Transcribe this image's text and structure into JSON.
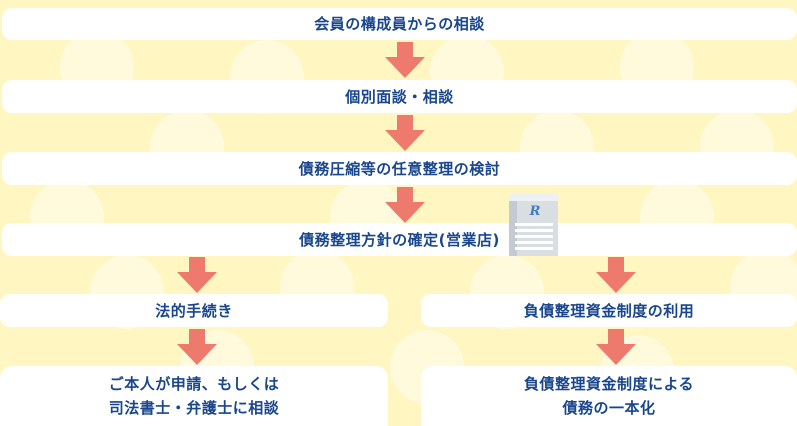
{
  "flow": {
    "step1": "会員の構成員からの相談",
    "step2": "個別面談・相談",
    "step3": "債務圧縮等の任意整理の検討",
    "step4": "債務整理方針の確定(営業店)",
    "left_branch": {
      "step5": "法的手続き",
      "step6_line1": "ご本人が申請、もしくは",
      "step6_line2": "司法書士・弁護士に相談"
    },
    "right_branch": {
      "step5": "負債整理資金制度の利用",
      "step6_line1": "負債整理資金制度による",
      "step6_line2": "債務の一本化"
    }
  },
  "building_logo": "R",
  "colors": {
    "background": "#fff6c2",
    "box": "#ffffff",
    "text": "#19468c",
    "arrow": "#ee7a6e"
  }
}
